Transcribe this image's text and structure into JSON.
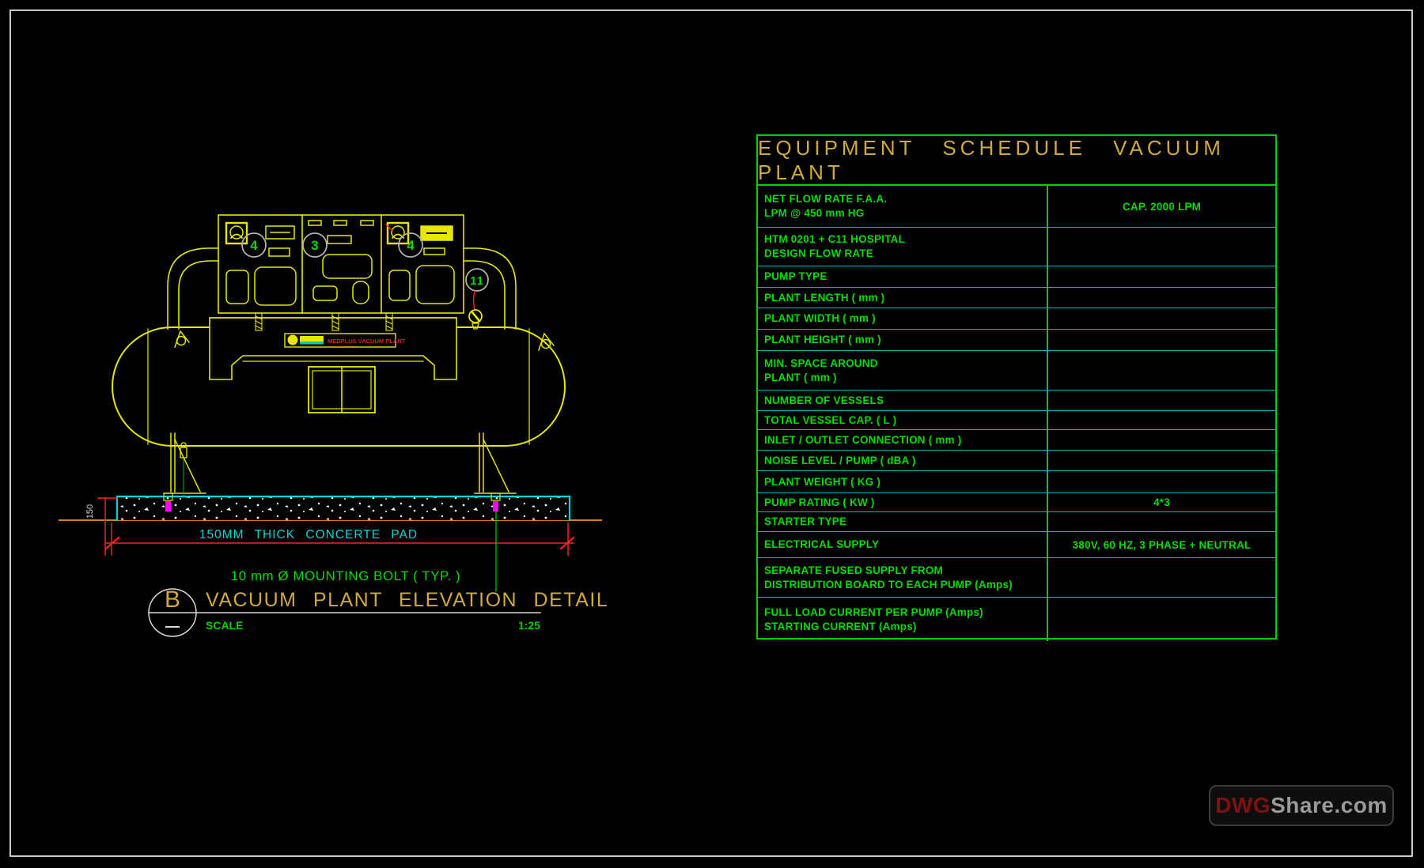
{
  "drawing": {
    "balloon_left": "4",
    "balloon_mid": "3",
    "balloon_right": "4",
    "balloon_valve": "11",
    "plant_label": "MEDPLUS VACUUM PLANT",
    "dim_150": "150",
    "pad_label": "150MM THICK CONCERTE PAD",
    "bolt_label": "10 mm Ø MOUNTING BOLT ( TYP. )",
    "detail_letter": "B",
    "detail_title": "VACUUM PLANT ELEVATION DETAIL",
    "scale_label": "SCALE",
    "scale_value": "1:25"
  },
  "table": {
    "title": "EQUIPMENT SCHEDULE VACUUM PLANT",
    "rows": [
      {
        "label": "NET FLOW RATE F.A.A.\nLPM @ 450 mm HG",
        "value": "CAP. 2000 LPM",
        "h": 53
      },
      {
        "label": "HTM 0201 + C11 HOSPITAL\nDESIGN FLOW RATE",
        "value": "",
        "h": 49
      },
      {
        "label": "PUMP TYPE",
        "value": "",
        "h": 27
      },
      {
        "label": "PLANT LENGTH ( mm )",
        "value": "",
        "h": 26
      },
      {
        "label": "PLANT WIDTH ( mm )",
        "value": "",
        "h": 27
      },
      {
        "label": "PLANT HEIGHT ( mm )",
        "value": "",
        "h": 27
      },
      {
        "label": "MIN. SPACE AROUND\nPLANT ( mm )",
        "value": "",
        "h": 50
      },
      {
        "label": "NUMBER OF VESSELS",
        "value": "",
        "h": 26
      },
      {
        "label": "TOTAL VESSEL CAP. ( L )",
        "value": "",
        "h": 24
      },
      {
        "label": "INLET / OUTLET CONNECTION ( mm )",
        "value": "",
        "h": 26
      },
      {
        "label": "NOISE LEVEL / PUMP ( dBA )",
        "value": "",
        "h": 26
      },
      {
        "label": "PLANT WEIGHT ( KG )",
        "value": "",
        "h": 28
      },
      {
        "label": "PUMP RATING ( KW )",
        "value": "4*3",
        "h": 24
      },
      {
        "label": "STARTER TYPE",
        "value": "",
        "h": 25
      },
      {
        "label": "ELECTRICAL SUPPLY",
        "value": "380V, 60 HZ, 3 PHASE + NEUTRAL",
        "h": 33
      },
      {
        "label": "SEPARATE FUSED SUPPLY FROM\nDISTRIBUTION BOARD TO EACH PUMP (Amps)",
        "value": "",
        "h": 50
      },
      {
        "label": "FULL LOAD CURRENT PER PUMP (Amps)\nSTARTING CURRENT (Amps)",
        "value": "",
        "h": 55
      }
    ]
  },
  "watermark": {
    "prefix": "DWG",
    "suffix": "Share.com"
  },
  "colors": {
    "cad_yellow": "#e6e600",
    "cad_green": "#00dd00",
    "cad_cyan": "#00d8d8",
    "cad_red": "#ff2020",
    "cad_magenta": "#ff00ff",
    "cad_orange": "#cc8400",
    "title_gold": "#cfa93c",
    "balloon_gray": "#b0b0b0"
  }
}
